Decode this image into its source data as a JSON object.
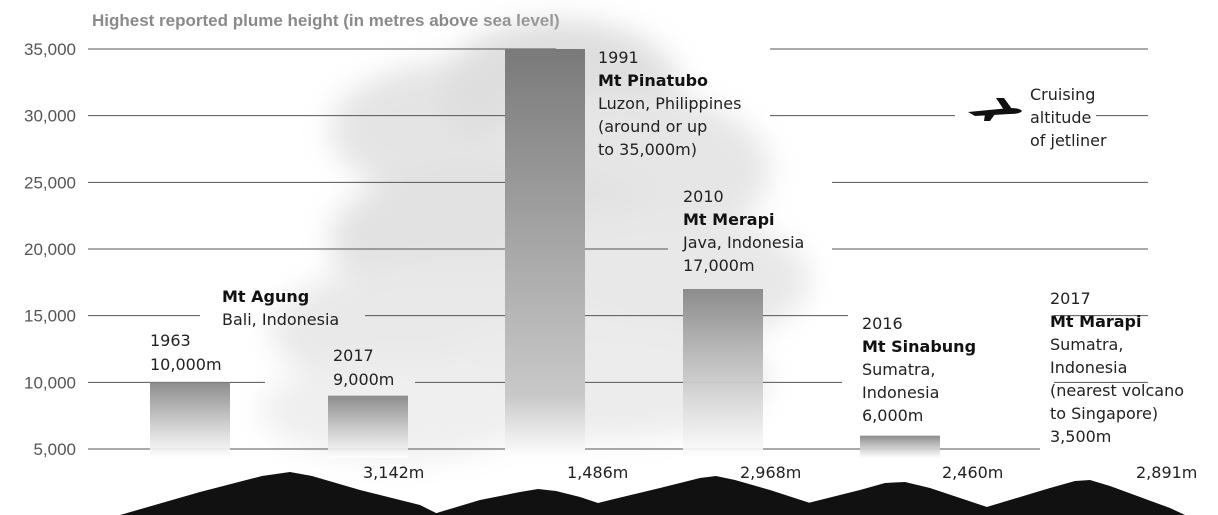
{
  "chart_data": {
    "type": "bar",
    "title": "Highest reported plume height (in metres above sea level)",
    "ylim": [
      5000,
      35000
    ],
    "yticks": [
      5000,
      10000,
      15000,
      20000,
      25000,
      30000,
      35000
    ],
    "ytick_labels": [
      "5,000",
      "10,000",
      "15,000",
      "20,000",
      "25,000",
      "30,000",
      "35,000"
    ],
    "grid": true,
    "series": [
      {
        "values": [
          10000,
          9000,
          35000,
          17000,
          6000,
          3500
        ]
      }
    ],
    "bars": [
      {
        "year": "1963",
        "name": "Mt Agung",
        "location": "Bali, Indonesia",
        "height_label": "10,000m",
        "value": 10000,
        "summit": 3142,
        "summit_label": "3,142m"
      },
      {
        "year": "2017",
        "name": "Mt Agung",
        "location": "Bali, Indonesia",
        "height_label": "9,000m",
        "value": 9000,
        "summit": 3142,
        "summit_label": "3,142m"
      },
      {
        "year": "1991",
        "name": "Mt Pinatubo",
        "location": "Luzon, Philippines",
        "note_1": "(around or up",
        "note_2": "to 35,000m)",
        "value": 35000,
        "summit": 1486,
        "summit_label": "1,486m"
      },
      {
        "year": "2010",
        "name": "Mt Merapi",
        "location": "Java, Indonesia",
        "height_label": "17,000m",
        "value": 17000,
        "summit": 2968,
        "summit_label": "2,968m"
      },
      {
        "year": "2016",
        "name": "Mt Sinabung",
        "location_1": "Sumatra,",
        "location_2": "Indonesia",
        "height_label": "6,000m",
        "value": 6000,
        "summit": 2460,
        "summit_label": "2,460m"
      },
      {
        "year": "2017",
        "name": "Mt Marapi",
        "location_1": "Sumatra,",
        "location_2": "Indonesia",
        "note_1": "(nearest volcano",
        "note_2": "to Singapore)",
        "height_label": "3,500m",
        "value": 3500,
        "summit": 2891,
        "summit_label": "2,891m"
      }
    ],
    "annotation": {
      "line1": "Cruising",
      "line2": "altitude",
      "line3": "of jetliner",
      "icon": "airplane-icon"
    }
  }
}
